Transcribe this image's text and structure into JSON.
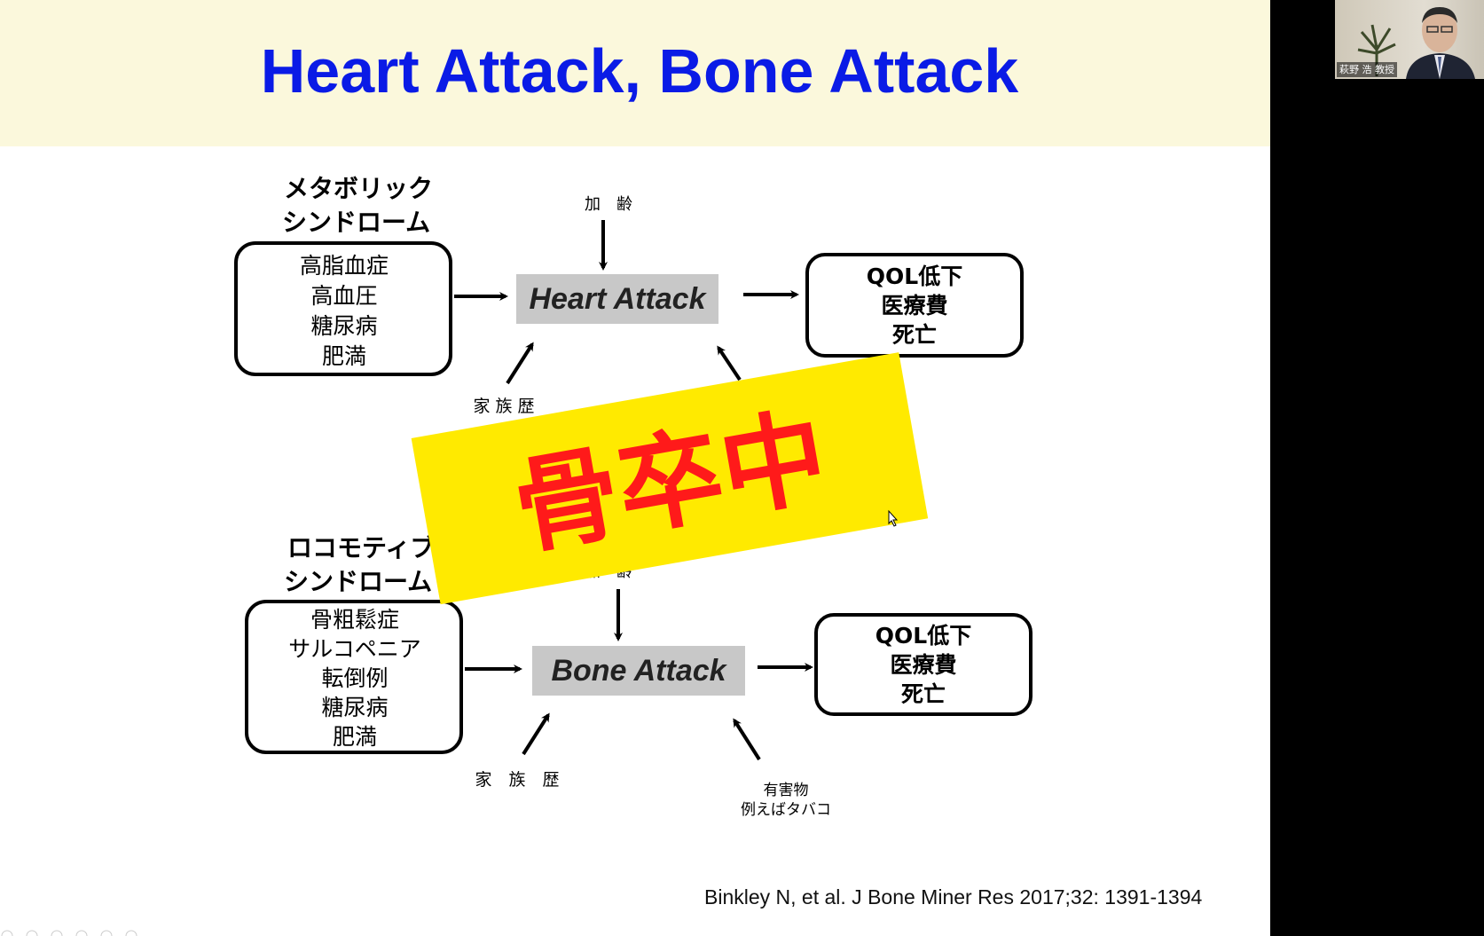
{
  "slide": {
    "title": "Heart Attack, Bone Attack",
    "citation": "Binkley N, et al. J Bone Miner Res 2017;32: 1391-1394"
  },
  "heart": {
    "group_label": [
      "メタボリック",
      "シンドローム"
    ],
    "risk_box": [
      "高脂血症",
      "高血圧",
      "糖尿病",
      "肥満"
    ],
    "center": "Heart Attack",
    "top_factor": "加　齢",
    "left_factor": "家 族 歴",
    "outcome_box": [
      "QOL低下",
      "医療費",
      "死亡"
    ]
  },
  "bone": {
    "group_label": [
      "ロコモティブ",
      "シンドローム"
    ],
    "risk_box": [
      "骨粗鬆症",
      "サルコペニア",
      "転倒例",
      "糖尿病",
      "肥満"
    ],
    "center": "Bone Attack",
    "top_factor": "加　齢",
    "left_factor": "家　族　歴",
    "right_factor": [
      "有害物",
      "例えばタバコ"
    ],
    "outcome_box": [
      "QOL低下",
      "医療費",
      "死亡"
    ]
  },
  "overlay": {
    "banner_text": "骨卒中",
    "banner_color": "#ffea00",
    "text_color": "#ff1a1a"
  },
  "video": {
    "name_tag": "萩野 浩 教授"
  },
  "colors": {
    "title": "#0a1be6",
    "title_band": "#fbf8dc",
    "center_box": "#c8c8c8"
  }
}
